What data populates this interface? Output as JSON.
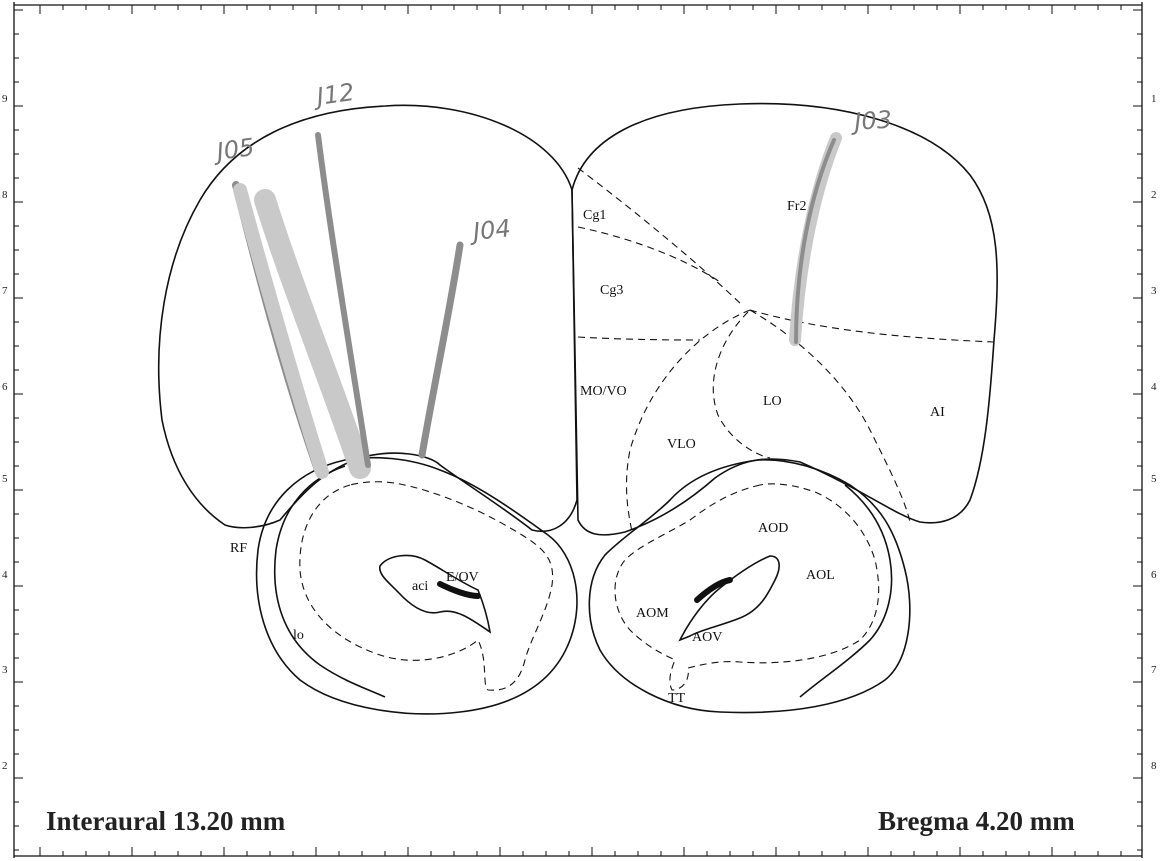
{
  "left_scale": [
    "9",
    "8",
    "7",
    "6",
    "5",
    "4",
    "3",
    "2"
  ],
  "right_scale": [
    "1",
    "2",
    "3",
    "4",
    "5",
    "6",
    "7",
    "8"
  ],
  "regions_left": {
    "rf": "RF",
    "lo": "lo",
    "aci": "aci",
    "eov": "E/OV"
  },
  "regions_right": {
    "cg1": "Cg1",
    "cg3": "Cg3",
    "fr2": "Fr2",
    "movo": "MO/VO",
    "vlo": "VLO",
    "lo": "LO",
    "ai": "AI",
    "aod": "AOD",
    "aol": "AOL",
    "aom": "AOM",
    "aov": "AOV",
    "tt": "TT"
  },
  "handwritten": {
    "j05": "J05",
    "j12": "J12",
    "j04": "J04",
    "j03": "J03"
  },
  "coordinates": {
    "interaural": "Interaural 13.20 mm",
    "bregma": "Bregma 4.20 mm"
  }
}
